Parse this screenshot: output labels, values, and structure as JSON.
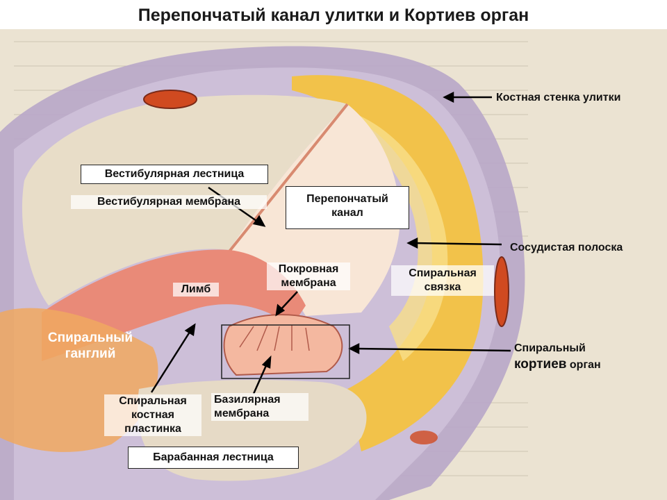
{
  "title": "Перепончатый канал улитки и Кортиев орган",
  "labels": {
    "bony_wall": "Костная стенка улитки",
    "scala_vestibuli": "Вестибулярная лестница",
    "vestibular_membrane": "Вестибулярная мембрана",
    "membranous_canal_line1": "Перепончатый",
    "membranous_canal_line2": "канал",
    "stria_vascularis": "Сосудистая полоска",
    "tectorial_membrane_line1": "Покровная",
    "tectorial_membrane_line2": "мембрана",
    "limbus": "Лимб",
    "spiral_ligament_line1": "Спиральная",
    "spiral_ligament_line2": "связка",
    "spiral_ganglion_line1": "Спиральный",
    "spiral_ganglion_line2": "ганглий",
    "corti_line1": "Спиральный",
    "corti_line2a": "кортиев",
    "corti_line2b": "орган",
    "osseous_lamina_line1": "Спиральная",
    "osseous_lamina_line2": "костная",
    "osseous_lamina_line3": "пластинка",
    "basilar_line1": "Базилярная",
    "basilar_line2": "мембрана",
    "scala_tympani": "Барабанная лестница"
  },
  "colors": {
    "bone": "#b8a6c8",
    "ligament": "#f2c24a",
    "canal": "#f8e6d6",
    "ganglion": "#f0a860",
    "membrane": "#e98a78",
    "vessel": "#d04a20"
  }
}
